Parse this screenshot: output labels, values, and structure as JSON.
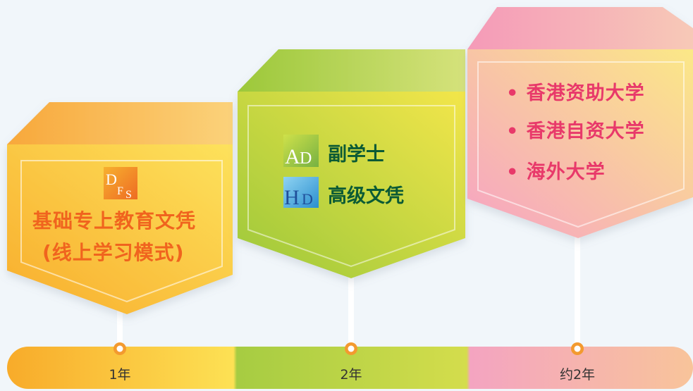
{
  "stages": [
    {
      "logo": "DFS",
      "title_lines": [
        "基础专上教育文凭",
        "(线上学习模式)"
      ],
      "timeline_label": "1年"
    },
    {
      "items": [
        {
          "badge": "AD",
          "label": "副学士"
        },
        {
          "badge": "HD",
          "label": "高级文凭"
        }
      ],
      "timeline_label": "2年"
    },
    {
      "items": [
        "• 香港资助大学",
        "• 香港自资大学",
        "• 海外大学"
      ],
      "timeline_label": "约2年"
    }
  ],
  "colors": {
    "orange": "#f7a526",
    "yellow": "#fcdc4a",
    "green": "#a4cc3c",
    "pink": "#f4a7c3",
    "timeline_dot": "#f39a2f"
  }
}
